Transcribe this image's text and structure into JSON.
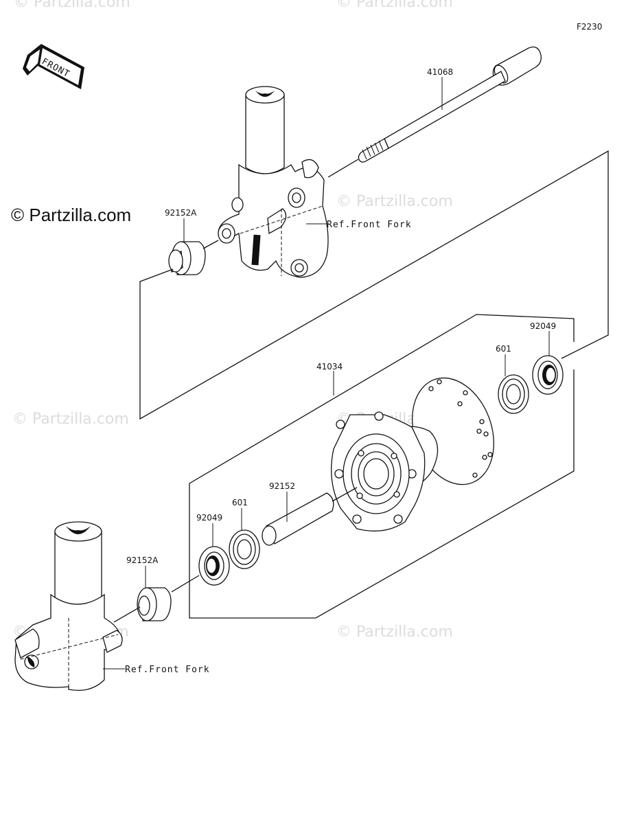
{
  "diagram_code": "F2230",
  "front_label": "FRONT",
  "copyright": "© Partzilla.com",
  "watermark": "© Partzilla.com",
  "parts": {
    "axle": "41068",
    "collar_left_top": "92152A",
    "ref_fork_top": "Ref.Front Fork",
    "hub": "41034",
    "bearing_right": "601",
    "seal_right": "92049",
    "spacer": "92152",
    "bearing_left": "601",
    "seal_left": "92049",
    "collar_left_bottom": "92152A",
    "ref_fork_bottom": "Ref.Front Fork"
  }
}
